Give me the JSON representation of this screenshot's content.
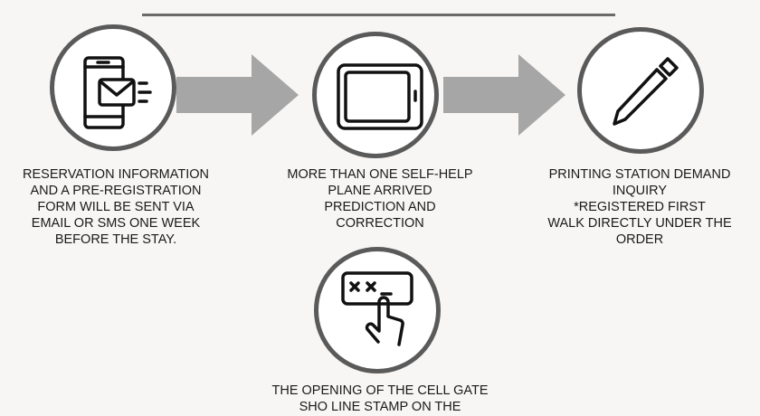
{
  "steps": [
    {
      "icon": "phone-email-icon",
      "lines": [
        "RESERVATION INFORMATION",
        "AND A PRE-REGISTRATION",
        "FORM WILL BE SENT VIA",
        "EMAIL OR SMS ONE WEEK",
        "BEFORE THE STAY."
      ]
    },
    {
      "icon": "tablet-icon",
      "lines": [
        "MORE THAN ONE SELF-HELP",
        "PLANE ARRIVED",
        "PREDICTION AND",
        "CORRECTION"
      ]
    },
    {
      "icon": "pencil-icon",
      "lines": [
        "PRINTING STATION DEMAND",
        "INQUIRY",
        "*REGISTERED FIRST",
        "WALK DIRECTLY UNDER THE",
        "ORDER"
      ]
    },
    {
      "icon": "password-touch-icon",
      "lines": [
        "THE OPENING OF THE CELL GATE",
        "SHO LINE STAMP ON THE"
      ]
    }
  ],
  "colors": {
    "background": "#f8f6f4",
    "arrow": "#a6a6a6",
    "circle_border": "#5a5a5a",
    "line": "#6a6a6a"
  }
}
